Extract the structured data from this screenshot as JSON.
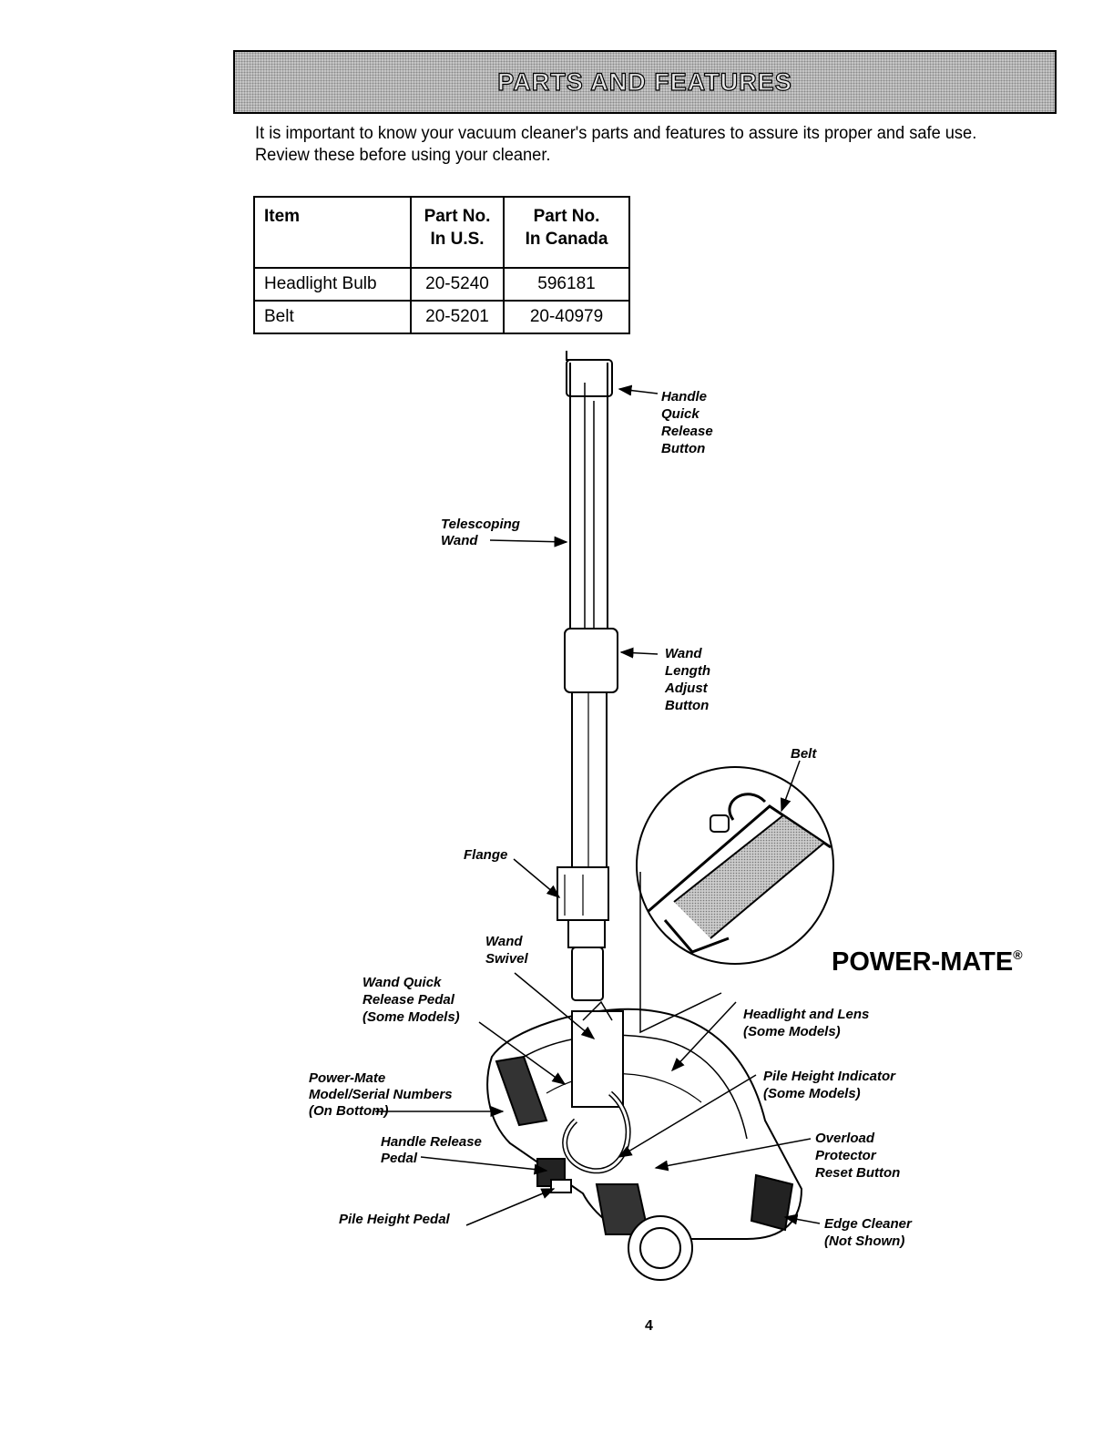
{
  "banner": {
    "title": "PARTS AND FEATURES"
  },
  "intro": "It is important to know your vacuum cleaner's parts and features to assure its proper and safe use. Review these before using your cleaner.",
  "table": {
    "headers": [
      {
        "line1": "Item",
        "line2": ""
      },
      {
        "line1": "Part No.",
        "line2": "In U.S."
      },
      {
        "line1": "Part No.",
        "line2": "In Canada"
      }
    ],
    "rows": [
      {
        "item": "Headlight Bulb",
        "us": "20-5240",
        "canada": "596181"
      },
      {
        "item": "Belt",
        "us": "20-5201",
        "canada": "20-40979"
      }
    ]
  },
  "diagram": {
    "brand": "POWER-MATE",
    "labels": {
      "handle_quick_release": [
        "Handle",
        "Quick",
        "Release",
        "Button"
      ],
      "telescoping_wand": [
        "Telescoping",
        "Wand"
      ],
      "wand_length_adjust": [
        "Wand",
        "Length",
        "Adjust",
        "Button"
      ],
      "belt": "Belt",
      "flange": "Flange",
      "wand_swivel": [
        "Wand",
        "Swivel"
      ],
      "wand_quick_release_pedal": [
        "Wand Quick",
        "Release Pedal",
        "(Some Models)"
      ],
      "power_mate_model": [
        "Power-Mate",
        "Model/Serial Numbers",
        "(On Bottom)"
      ],
      "handle_release_pedal": [
        "Handle Release",
        "Pedal"
      ],
      "pile_height_pedal": "Pile Height Pedal",
      "headlight_lens": [
        "Headlight and Lens",
        "(Some Models)"
      ],
      "pile_height_indicator": [
        "Pile Height Indicator",
        "(Some Models)"
      ],
      "overload_protector": [
        "Overload",
        "Protector",
        "Reset Button"
      ],
      "edge_cleaner": [
        "Edge Cleaner",
        "(Not Shown)"
      ]
    }
  },
  "page_number": "4"
}
